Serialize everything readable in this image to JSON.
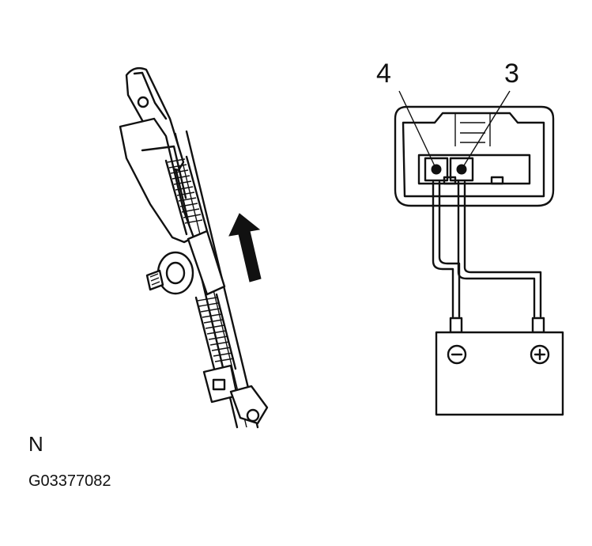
{
  "diagram": {
    "terminal_left_label": "4",
    "terminal_right_label": "3",
    "battery_negative_symbol": "⊖",
    "battery_positive_symbol": "⊕",
    "corner_label": "N",
    "figure_code": "G03377082",
    "arrow_direction": "up"
  }
}
